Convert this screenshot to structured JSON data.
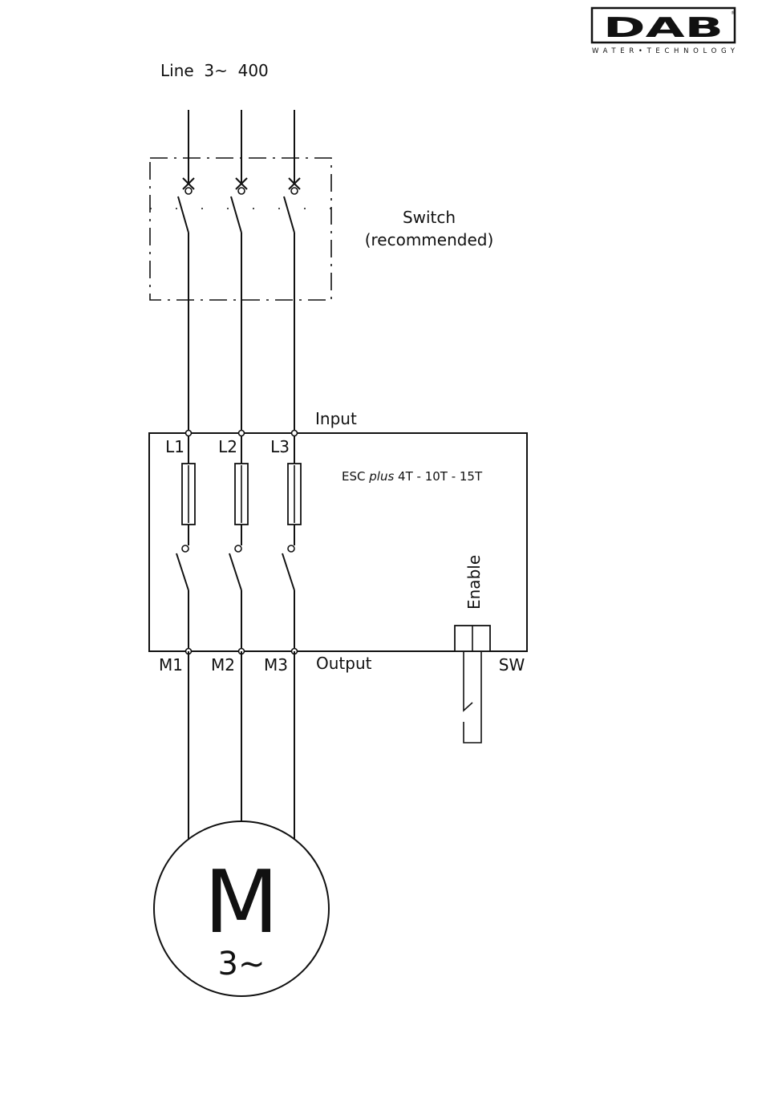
{
  "logo": {
    "name": "DAB",
    "tagline": "WATER•TECHNOLOGY",
    "registered": "®"
  },
  "supply_label": "Line  3~  400",
  "switch_label": {
    "line1": "Switch",
    "line2": "(recommended)"
  },
  "controller": {
    "model_prefix": "ESC ",
    "model_italic": "plus",
    "model_suffix": " 4T - 10T - 15T",
    "input_label": "Input",
    "output_label": "Output",
    "input_terminals": [
      "L1",
      "L2",
      "L3"
    ],
    "output_terminals": [
      "M1",
      "M2",
      "M3"
    ],
    "enable_label": "Enable",
    "sw_label": "SW"
  },
  "motor": {
    "letter": "M",
    "phase": "3~"
  }
}
